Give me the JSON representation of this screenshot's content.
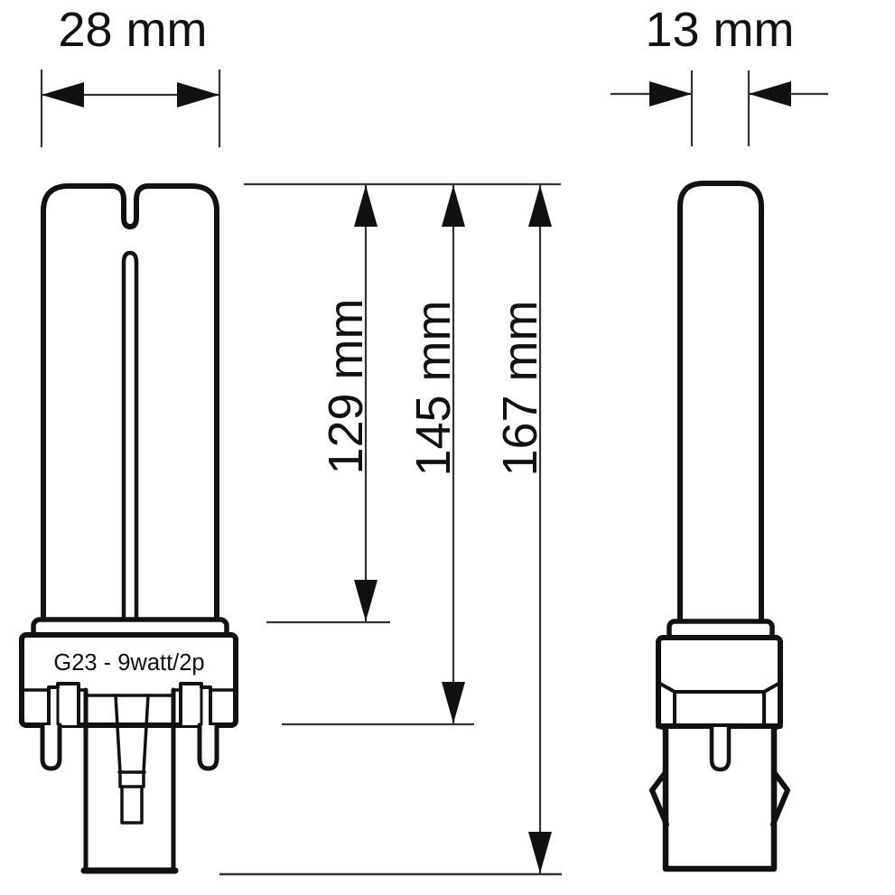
{
  "diagram": {
    "type": "technical-dimension-drawing",
    "subject": "compact fluorescent lamp, front and side views",
    "colors": {
      "background": "#ffffff",
      "outline": "#111111",
      "dimension_line": "#333333",
      "text": "#111111"
    },
    "views": {
      "front": {
        "name": "front view",
        "base_marking": "G23 - 9watt/2p"
      },
      "side": {
        "name": "side view"
      }
    },
    "dimensions": {
      "front_width": {
        "label": "28 mm",
        "value": 28,
        "unit": "mm"
      },
      "side_width": {
        "label": "13 mm",
        "value": 13,
        "unit": "mm"
      },
      "tube_length": {
        "label": "129 mm",
        "value": 129,
        "unit": "mm"
      },
      "length_to_base": {
        "label": "145 mm",
        "value": 145,
        "unit": "mm"
      },
      "overall_length": {
        "label": "167 mm",
        "value": 167,
        "unit": "mm"
      }
    }
  }
}
